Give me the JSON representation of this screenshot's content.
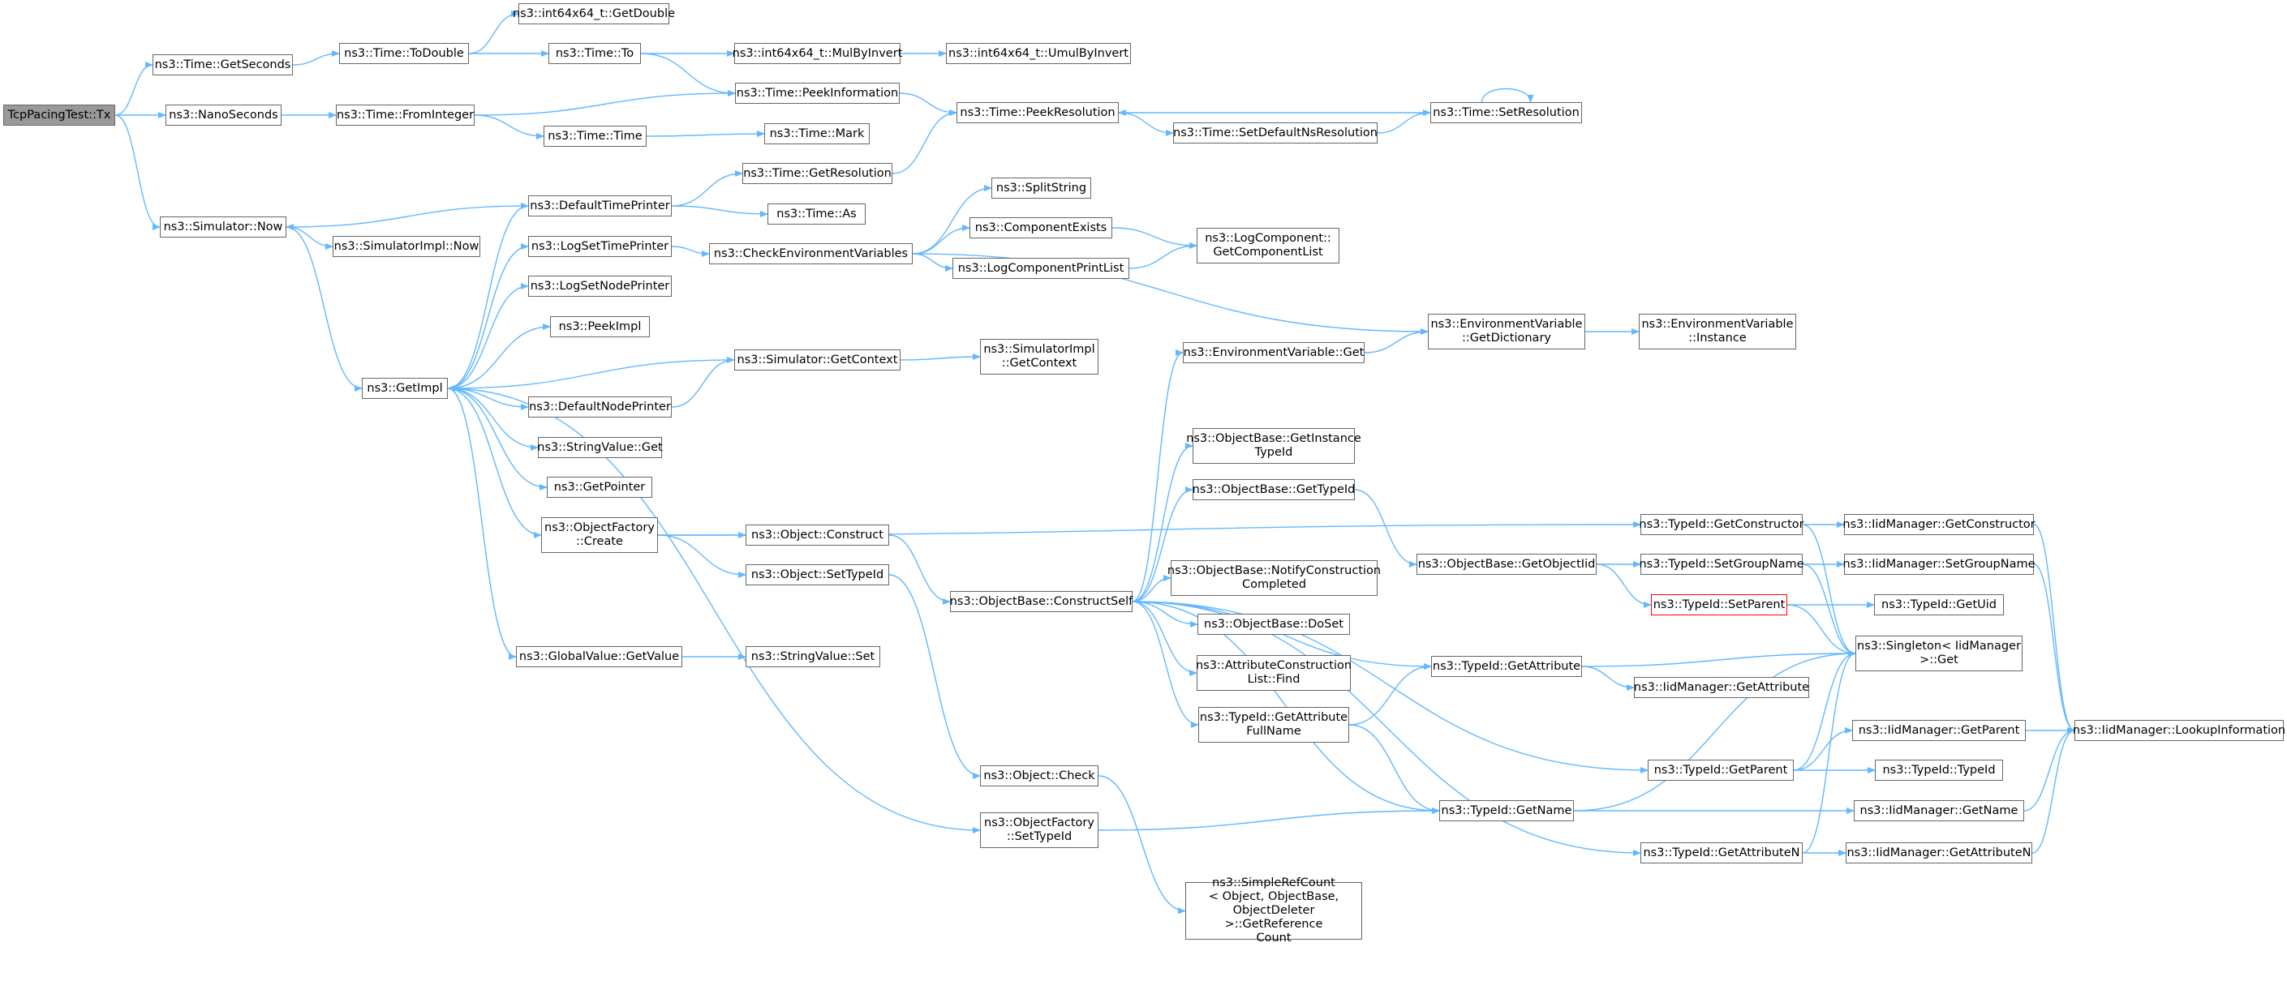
{
  "colors": {
    "edge": "#63b8ff",
    "node_border": "#666666",
    "root_fill": "#999999",
    "highlight_border": "#ff0000",
    "background": "#ffffff"
  },
  "nodes": {
    "n0": {
      "label": "TcpPacingTest::Tx"
    },
    "n1": {
      "label": "ns3::Time::GetSeconds"
    },
    "n2": {
      "label": "ns3::NanoSeconds"
    },
    "n3": {
      "label": "ns3::Simulator::Now"
    },
    "n4": {
      "label": "ns3::Time::ToDouble"
    },
    "n5": {
      "label": "ns3::Time::FromInteger"
    },
    "n6": {
      "label": "ns3::int64x64_t::GetDouble"
    },
    "n7": {
      "label": "ns3::Time::To"
    },
    "n8": {
      "label": "ns3::int64x64_t::MulByInvert"
    },
    "n9": {
      "label": "ns3::int64x64_t::UmulByInvert"
    },
    "n10": {
      "label": "ns3::Time::PeekInformation"
    },
    "n11": {
      "label": "ns3::Time::PeekResolution"
    },
    "n12": {
      "label": "ns3::Time::SetResolution"
    },
    "n13": {
      "label": "ns3::Time::Time"
    },
    "n14": {
      "label": "ns3::Time::Mark"
    },
    "n15": {
      "label": "ns3::Time::SetDefaultNsResolution"
    },
    "n16": {
      "label": "ns3::Time::GetResolution"
    },
    "n17": {
      "label": "ns3::DefaultTimePrinter"
    },
    "n18": {
      "label": "ns3::Time::As"
    },
    "n19": {
      "label": "ns3::SimulatorImpl::Now"
    },
    "n20": {
      "label": "ns3::GetImpl"
    },
    "n21": {
      "label": "ns3::LogSetTimePrinter"
    },
    "n22": {
      "label": "ns3::CheckEnvironmentVariables"
    },
    "n23": {
      "label": "ns3::SplitString"
    },
    "n24": {
      "label": "ns3::ComponentExists"
    },
    "n25": {
      "label": "ns3::LogComponentPrintList"
    },
    "n26": {
      "label": "ns3::LogComponent::\nGetComponentList"
    },
    "n27": {
      "label": "ns3::LogSetNodePrinter"
    },
    "n28": {
      "label": "ns3::PeekImpl"
    },
    "n29": {
      "label": "ns3::Simulator::GetContext"
    },
    "n30": {
      "label": "ns3::SimulatorImpl\n::GetContext"
    },
    "n31": {
      "label": "ns3::DefaultNodePrinter"
    },
    "n32": {
      "label": "ns3::StringValue::Get"
    },
    "n33": {
      "label": "ns3::GetPointer"
    },
    "n34": {
      "label": "ns3::ObjectFactory\n::Create"
    },
    "n35": {
      "label": "ns3::Object::Construct"
    },
    "n36": {
      "label": "ns3::Object::SetTypeId"
    },
    "n37": {
      "label": "ns3::GlobalValue::GetValue"
    },
    "n38": {
      "label": "ns3::StringValue::Set"
    },
    "n39": {
      "label": "ns3::EnvironmentVariable::Get"
    },
    "n40": {
      "label": "ns3::EnvironmentVariable\n::GetDictionary"
    },
    "n41": {
      "label": "ns3::EnvironmentVariable\n::Instance"
    },
    "n42": {
      "label": "ns3::ObjectBase::GetInstance\nTypeId"
    },
    "n43": {
      "label": "ns3::ObjectBase::GetTypeId"
    },
    "n44": {
      "label": "ns3::ObjectBase::ConstructSelf"
    },
    "n45": {
      "label": "ns3::ObjectBase::NotifyConstruction\nCompleted"
    },
    "n46": {
      "label": "ns3::ObjectBase::DoSet"
    },
    "n47": {
      "label": "ns3::AttributeConstruction\nList::Find"
    },
    "n48": {
      "label": "ns3::TypeId::GetAttribute\nFullName"
    },
    "n49": {
      "label": "ns3::Object::Check"
    },
    "n50": {
      "label": "ns3::ObjectFactory\n::SetTypeId"
    },
    "n51": {
      "label": "ns3::SimpleRefCount\n< Object, ObjectBase,\nObjectDeleter >::GetReference\nCount"
    },
    "n52": {
      "label": "ns3::ObjectBase::GetObjectIid"
    },
    "n53": {
      "label": "ns3::TypeId::GetAttribute"
    },
    "n54": {
      "label": "ns3::TypeId::GetName"
    },
    "n55": {
      "label": "ns3::TypeId::GetConstructor"
    },
    "n56": {
      "label": "ns3::TypeId::SetGroupName"
    },
    "n57": {
      "label": "ns3::TypeId::SetParent"
    },
    "n58": {
      "label": "ns3::IidManager::GetAttribute"
    },
    "n59": {
      "label": "ns3::TypeId::GetParent"
    },
    "n60": {
      "label": "ns3::TypeId::GetAttributeN"
    },
    "n61": {
      "label": "ns3::IidManager::GetConstructor"
    },
    "n62": {
      "label": "ns3::IidManager::SetGroupName"
    },
    "n63": {
      "label": "ns3::TypeId::GetUid"
    },
    "n64": {
      "label": "ns3::Singleton< IidManager\n>::Get"
    },
    "n65": {
      "label": "ns3::IidManager::GetParent"
    },
    "n66": {
      "label": "ns3::TypeId::TypeId"
    },
    "n67": {
      "label": "ns3::IidManager::GetName"
    },
    "n68": {
      "label": "ns3::IidManager::GetAttributeN"
    },
    "n69": {
      "label": "ns3::IidManager::LookupInformation"
    }
  },
  "edges": [
    [
      "n0",
      "n1"
    ],
    [
      "n0",
      "n2"
    ],
    [
      "n0",
      "n3"
    ],
    [
      "n1",
      "n4"
    ],
    [
      "n4",
      "n6"
    ],
    [
      "n4",
      "n7"
    ],
    [
      "n7",
      "n8"
    ],
    [
      "n7",
      "n10"
    ],
    [
      "n8",
      "n9"
    ],
    [
      "n2",
      "n5"
    ],
    [
      "n5",
      "n10"
    ],
    [
      "n5",
      "n13"
    ],
    [
      "n13",
      "n14"
    ],
    [
      "n10",
      "n11"
    ],
    [
      "n11",
      "n15"
    ],
    [
      "n15",
      "n12"
    ],
    [
      "n12",
      "n11"
    ],
    [
      "n12",
      "n12"
    ],
    [
      "n3",
      "n19"
    ],
    [
      "n3",
      "n20"
    ],
    [
      "n20",
      "n17"
    ],
    [
      "n20",
      "n21"
    ],
    [
      "n20",
      "n27"
    ],
    [
      "n20",
      "n28"
    ],
    [
      "n20",
      "n31"
    ],
    [
      "n20",
      "n32"
    ],
    [
      "n20",
      "n33"
    ],
    [
      "n20",
      "n34"
    ],
    [
      "n20",
      "n37"
    ],
    [
      "n20",
      "n50"
    ],
    [
      "n17",
      "n3"
    ],
    [
      "n17",
      "n16"
    ],
    [
      "n17",
      "n18"
    ],
    [
      "n16",
      "n11"
    ],
    [
      "n21",
      "n22"
    ],
    [
      "n22",
      "n23"
    ],
    [
      "n22",
      "n24"
    ],
    [
      "n22",
      "n25"
    ],
    [
      "n22",
      "n40"
    ],
    [
      "n24",
      "n26"
    ],
    [
      "n25",
      "n26"
    ],
    [
      "n40",
      "n41"
    ],
    [
      "n29",
      "n20"
    ],
    [
      "n29",
      "n30"
    ],
    [
      "n31",
      "n29"
    ],
    [
      "n34",
      "n55"
    ],
    [
      "n34",
      "n35"
    ],
    [
      "n34",
      "n36"
    ],
    [
      "n35",
      "n44"
    ],
    [
      "n36",
      "n49"
    ],
    [
      "n37",
      "n38"
    ],
    [
      "n44",
      "n39"
    ],
    [
      "n44",
      "n42"
    ],
    [
      "n44",
      "n43"
    ],
    [
      "n44",
      "n45"
    ],
    [
      "n44",
      "n46"
    ],
    [
      "n44",
      "n47"
    ],
    [
      "n44",
      "n48"
    ],
    [
      "n44",
      "n53"
    ],
    [
      "n44",
      "n54"
    ],
    [
      "n44",
      "n59"
    ],
    [
      "n44",
      "n60"
    ],
    [
      "n39",
      "n40"
    ],
    [
      "n43",
      "n52"
    ],
    [
      "n52",
      "n56"
    ],
    [
      "n52",
      "n57"
    ],
    [
      "n55",
      "n61"
    ],
    [
      "n55",
      "n64"
    ],
    [
      "n56",
      "n62"
    ],
    [
      "n56",
      "n64"
    ],
    [
      "n57",
      "n63"
    ],
    [
      "n57",
      "n64"
    ],
    [
      "n53",
      "n58"
    ],
    [
      "n53",
      "n64"
    ],
    [
      "n48",
      "n53"
    ],
    [
      "n48",
      "n54"
    ],
    [
      "n54",
      "n64"
    ],
    [
      "n54",
      "n67"
    ],
    [
      "n59",
      "n65"
    ],
    [
      "n59",
      "n66"
    ],
    [
      "n59",
      "n64"
    ],
    [
      "n60",
      "n68"
    ],
    [
      "n60",
      "n64"
    ],
    [
      "n61",
      "n69"
    ],
    [
      "n62",
      "n69"
    ],
    [
      "n65",
      "n69"
    ],
    [
      "n67",
      "n69"
    ],
    [
      "n68",
      "n69"
    ],
    [
      "n49",
      "n51"
    ],
    [
      "n50",
      "n54"
    ]
  ]
}
